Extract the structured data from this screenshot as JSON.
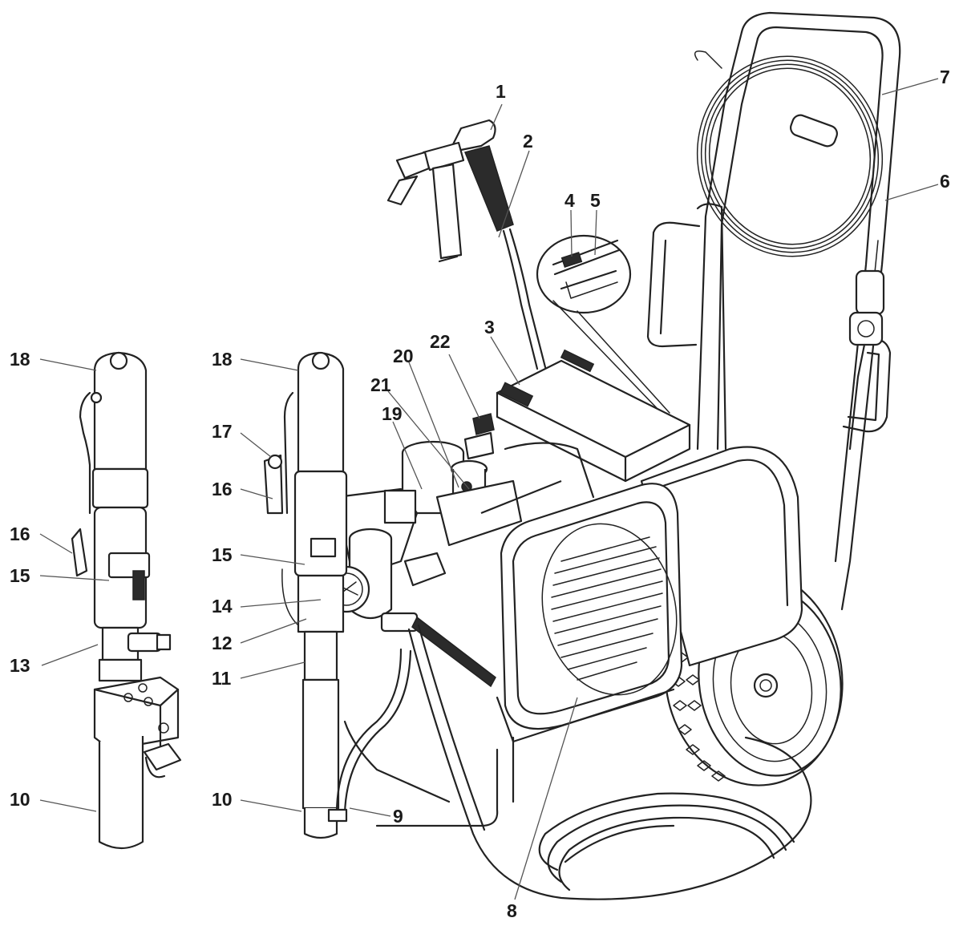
{
  "diagram": {
    "callouts": [
      {
        "id": "c1",
        "label": "1"
      },
      {
        "id": "c2",
        "label": "2"
      },
      {
        "id": "c3",
        "label": "3"
      },
      {
        "id": "c4",
        "label": "4"
      },
      {
        "id": "c5",
        "label": "5"
      },
      {
        "id": "c6",
        "label": "6"
      },
      {
        "id": "c7",
        "label": "7"
      },
      {
        "id": "c8",
        "label": "8"
      },
      {
        "id": "c9",
        "label": "9"
      },
      {
        "id": "c10a",
        "label": "10"
      },
      {
        "id": "c10b",
        "label": "10"
      },
      {
        "id": "c11",
        "label": "11"
      },
      {
        "id": "c12",
        "label": "12"
      },
      {
        "id": "c13",
        "label": "13"
      },
      {
        "id": "c14",
        "label": "14"
      },
      {
        "id": "c15a",
        "label": "15"
      },
      {
        "id": "c15b",
        "label": "15"
      },
      {
        "id": "c16a",
        "label": "16"
      },
      {
        "id": "c16b",
        "label": "16"
      },
      {
        "id": "c17",
        "label": "17"
      },
      {
        "id": "c18a",
        "label": "18"
      },
      {
        "id": "c18b",
        "label": "18"
      },
      {
        "id": "c19",
        "label": "19"
      },
      {
        "id": "c20",
        "label": "20"
      },
      {
        "id": "c21",
        "label": "21"
      },
      {
        "id": "c22",
        "label": "22"
      }
    ]
  }
}
